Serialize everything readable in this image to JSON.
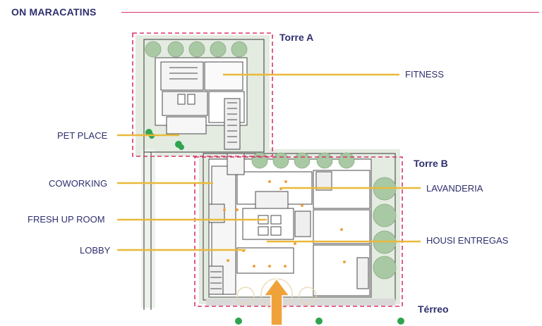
{
  "header": {
    "title": "ON MARACATINS"
  },
  "towers": {
    "a": "Torre A",
    "b": "Torre B",
    "level": "Térreo"
  },
  "areas": {
    "fitness": "FITNESS",
    "pet_place": "PET PLACE",
    "coworking": "COWORKING",
    "fresh_up_room": "FRESH UP ROOM",
    "lobby": "LOBBY",
    "lavanderia": "LAVANDERIA",
    "housi_entregas": "HOUSI ENTREGAS"
  },
  "colors": {
    "title": "#2e2f6e",
    "accent_rule": "#d8356a",
    "boundary_dash": "#d8356a",
    "leader_line": "#e9b93a",
    "tree": "#a8c9a3",
    "garden": "#e4ebe1",
    "wall": "#4a4a4a",
    "entrance_arrow": "#f0a23a"
  },
  "icons": {
    "entrance": "arrow-up-icon",
    "tree": "tree-icon",
    "shrub": "shrub-icon"
  }
}
